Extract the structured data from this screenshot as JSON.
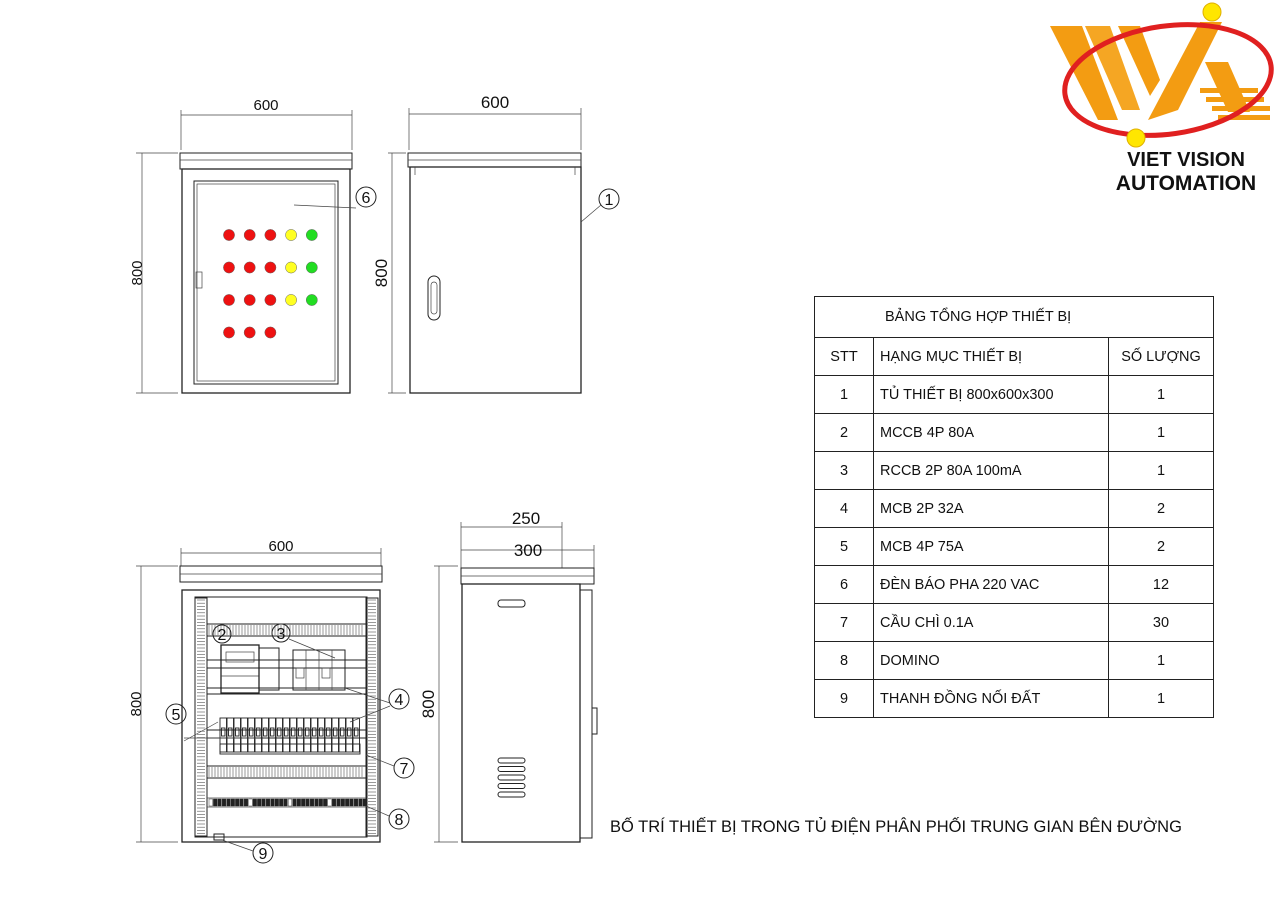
{
  "logo": {
    "line1": "VIET VISION",
    "line2": "AUTOMATION",
    "colors": {
      "orange": "#f39c12",
      "red": "#e02020",
      "yellow": "#ffe600"
    }
  },
  "front_view": {
    "width_label": "600",
    "height_label": "800",
    "callout": "6"
  },
  "side_door_view": {
    "width_label": "600",
    "height_label": "800",
    "callout": "1"
  },
  "interior_view": {
    "width_label": "600",
    "height_label": "800",
    "callouts": {
      "c2": "2",
      "c3": "3",
      "c4": "4",
      "c5": "5",
      "c7": "7",
      "c8": "8",
      "c9": "9"
    }
  },
  "side_view": {
    "depth_label_1": "250",
    "depth_label_2": "300",
    "height_label": "800"
  },
  "indicator_lights": {
    "rows": [
      [
        "red",
        "red",
        "red",
        "yellow",
        "green"
      ],
      [
        "red",
        "red",
        "red",
        "yellow",
        "green"
      ],
      [
        "red",
        "red",
        "red",
        "yellow",
        "green"
      ],
      [
        "red",
        "red",
        "red"
      ]
    ],
    "colors": {
      "red": "#ee1111",
      "yellow": "#ffff22",
      "green": "#22dd22"
    }
  },
  "table": {
    "title": "BẢNG TỔNG HỢP THIẾT BỊ",
    "headers": {
      "stt": "STT",
      "name": "HẠNG MỤC THIẾT BỊ",
      "qty": "SỐ LƯỢNG"
    },
    "rows": [
      {
        "stt": "1",
        "name": "TỦ THIẾT BỊ 800x600x300",
        "qty": "1"
      },
      {
        "stt": "2",
        "name": "MCCB 4P 80A",
        "qty": "1"
      },
      {
        "stt": "3",
        "name": "RCCB 2P 80A 100mA",
        "qty": "1"
      },
      {
        "stt": "4",
        "name": "MCB 2P 32A",
        "qty": "2"
      },
      {
        "stt": "5",
        "name": "MCB 4P 75A",
        "qty": "2"
      },
      {
        "stt": "6",
        "name": "ĐÈN BÁO PHA 220 VAC",
        "qty": "12"
      },
      {
        "stt": "7",
        "name": "CẦU CHÌ 0.1A",
        "qty": "30"
      },
      {
        "stt": "8",
        "name": "DOMINO",
        "qty": "1"
      },
      {
        "stt": "9",
        "name": "THANH ĐỒNG NỐI ĐẤT",
        "qty": "1"
      }
    ]
  },
  "caption": "BỐ TRÍ THIẾT BỊ TRONG TỦ ĐIỆN PHÂN PHỐI TRUNG GIAN BÊN ĐƯỜNG"
}
